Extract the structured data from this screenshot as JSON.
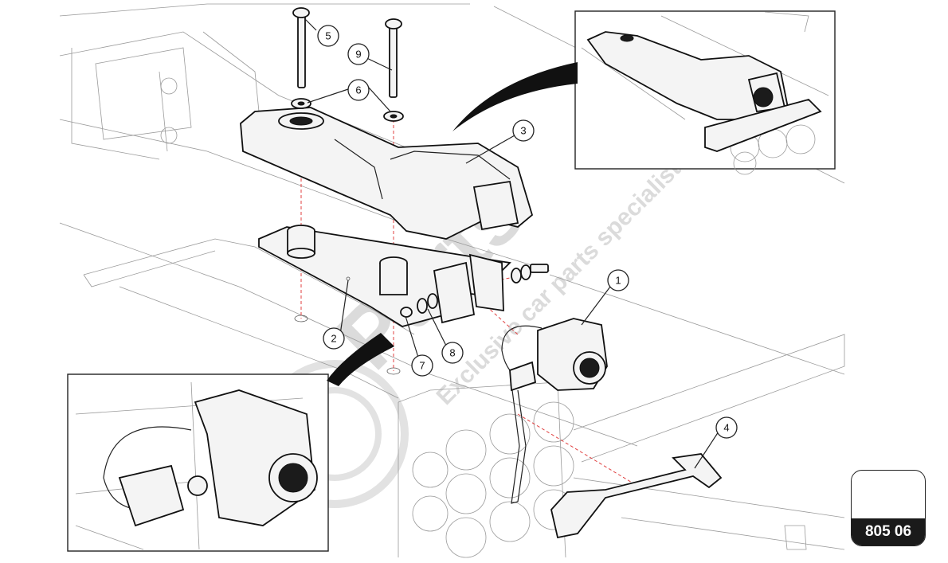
{
  "callouts": [
    {
      "id": "c1",
      "label": "1"
    },
    {
      "id": "c2",
      "label": "2"
    },
    {
      "id": "c3",
      "label": "3"
    },
    {
      "id": "c4",
      "label": "4"
    },
    {
      "id": "c5",
      "label": "5"
    },
    {
      "id": "c6",
      "label": "6"
    },
    {
      "id": "c7",
      "label": "7"
    },
    {
      "id": "c8",
      "label": "8"
    },
    {
      "id": "c9",
      "label": "9"
    }
  ],
  "page_code": "805 06",
  "watermark": {
    "brand": "Parts",
    "tagline": "Exclusive car parts specialist"
  }
}
